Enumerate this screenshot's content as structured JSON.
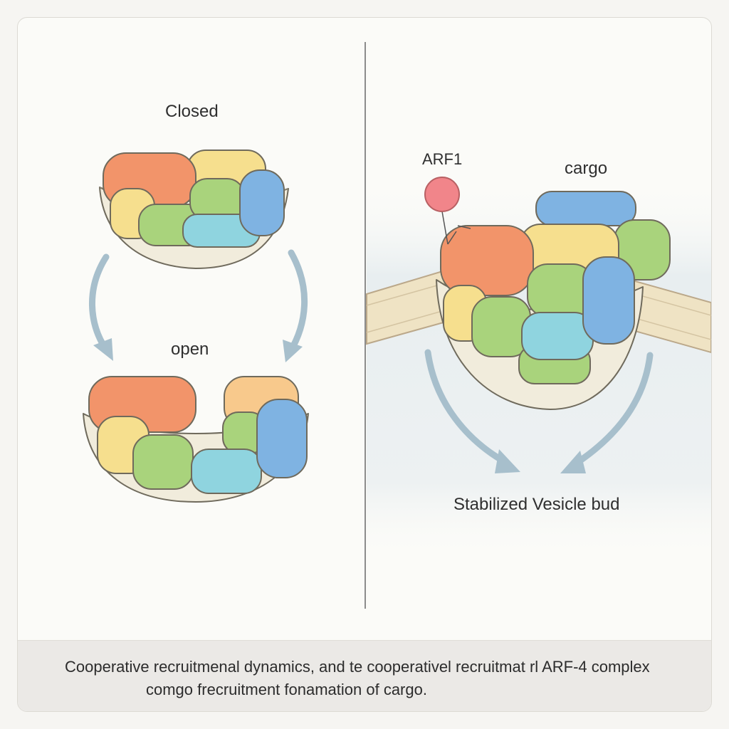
{
  "labels": {
    "closed": "Closed",
    "open": "open",
    "arf1": "ARF1",
    "cargo": "cargo",
    "result": "Stabilized Vesicle bud"
  },
  "caption": {
    "line1": "Cooperative recruitmenal dynamics, and te cooperativel recruitmat rl ARF-4 complex",
    "line2": "comgo frecruitment fonamation of cargo."
  },
  "colors": {
    "orange": "#f2946a",
    "yellow": "#f6df8e",
    "green": "#a9d37c",
    "blue": "#7fb3e2",
    "cyan": "#8fd4df",
    "peach": "#f8c98c",
    "pink": "#f1858a",
    "cup": "#f1ecdc",
    "arrow": "#a7bfcc",
    "membrane": "#efe3c4"
  }
}
